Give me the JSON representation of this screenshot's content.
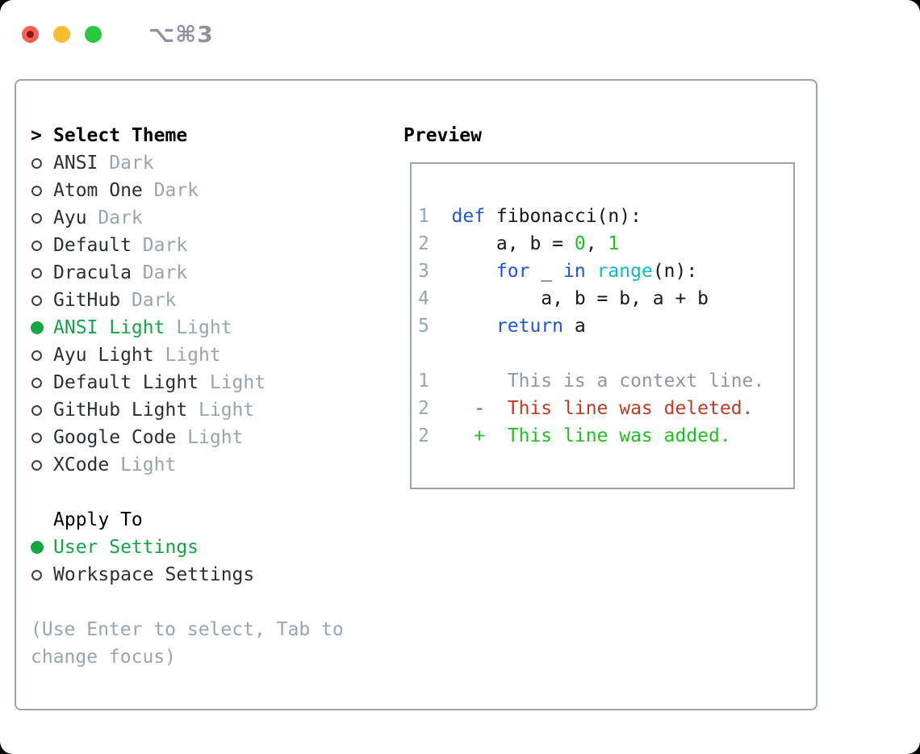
{
  "window": {
    "title": "⌥⌘3",
    "traffic_lights": [
      "close",
      "minimize",
      "zoom"
    ]
  },
  "theme_selector": {
    "header_prefix": ">",
    "header": "Select Theme",
    "themes": [
      {
        "name": "ANSI",
        "tag": "Dark",
        "selected": false
      },
      {
        "name": "Atom One",
        "tag": "Dark",
        "selected": false
      },
      {
        "name": "Ayu",
        "tag": "Dark",
        "selected": false
      },
      {
        "name": "Default",
        "tag": "Dark",
        "selected": false
      },
      {
        "name": "Dracula",
        "tag": "Dark",
        "selected": false
      },
      {
        "name": "GitHub",
        "tag": "Dark",
        "selected": false
      },
      {
        "name": "ANSI Light",
        "tag": "Light",
        "selected": true
      },
      {
        "name": "Ayu Light",
        "tag": "Light",
        "selected": false
      },
      {
        "name": "Default Light",
        "tag": "Light",
        "selected": false
      },
      {
        "name": "GitHub Light",
        "tag": "Light",
        "selected": false
      },
      {
        "name": "Google Code",
        "tag": "Light",
        "selected": false
      },
      {
        "name": "XCode",
        "tag": "Light",
        "selected": false
      }
    ],
    "apply_to": {
      "header": "Apply To",
      "options": [
        {
          "label": "User Settings",
          "selected": true
        },
        {
          "label": "Workspace Settings",
          "selected": false
        }
      ]
    },
    "help": "(Use Enter to select, Tab to change focus)"
  },
  "preview": {
    "header": "Preview",
    "lines": [
      {
        "num": "1",
        "kind": "code",
        "segments": [
          {
            "t": "def",
            "c": "kw"
          },
          {
            "t": " fibonacci(n):",
            "c": "plain"
          }
        ]
      },
      {
        "num": "2",
        "kind": "code",
        "segments": [
          {
            "t": "    a, b = ",
            "c": "plain"
          },
          {
            "t": "0",
            "c": "num"
          },
          {
            "t": ", ",
            "c": "plain"
          },
          {
            "t": "1",
            "c": "num"
          }
        ]
      },
      {
        "num": "3",
        "kind": "code",
        "segments": [
          {
            "t": "    ",
            "c": "plain"
          },
          {
            "t": "for",
            "c": "kw"
          },
          {
            "t": " _ ",
            "c": "plain"
          },
          {
            "t": "in",
            "c": "kw"
          },
          {
            "t": " ",
            "c": "plain"
          },
          {
            "t": "range",
            "c": "fn"
          },
          {
            "t": "(n):",
            "c": "plain"
          }
        ]
      },
      {
        "num": "4",
        "kind": "code",
        "segments": [
          {
            "t": "        a, b = b, a + b",
            "c": "plain"
          }
        ]
      },
      {
        "num": "5",
        "kind": "code",
        "segments": [
          {
            "t": "    ",
            "c": "plain"
          },
          {
            "t": "return",
            "c": "kw"
          },
          {
            "t": " a",
            "c": "plain"
          }
        ]
      },
      {
        "num": "",
        "kind": "blank",
        "segments": []
      },
      {
        "num": "1",
        "kind": "context",
        "segments": [
          {
            "t": "     This is a context line.",
            "c": "ctx"
          }
        ]
      },
      {
        "num": "2",
        "kind": "deleted",
        "segments": [
          {
            "t": "  -  This line was deleted.",
            "c": "del"
          }
        ]
      },
      {
        "num": "2",
        "kind": "added",
        "segments": [
          {
            "t": "  +  This line was added.",
            "c": "add"
          }
        ]
      }
    ]
  },
  "colors": {
    "title_gray": "#8d939c",
    "panel_border": "#9aa3ae",
    "text_black": "#000000",
    "text_dark": "#2b2f36",
    "muted": "#9aa4b0",
    "radio_ring": "#3c4148",
    "green_selected": "#13a643",
    "traffic_red": "#f95f57",
    "traffic_red_dot": "#8b1a10",
    "traffic_yellow": "#febc2e",
    "traffic_green": "#28c840",
    "keyword_blue": "#1d57d4",
    "function_cyan": "#0ebbc9",
    "number_green": "#1dc121",
    "code_plain": "#16181b",
    "linenum": "#9aa4b0",
    "context_gray": "#8e98a4",
    "deleted_red": "#c43a21",
    "added_green": "#1dc121"
  }
}
